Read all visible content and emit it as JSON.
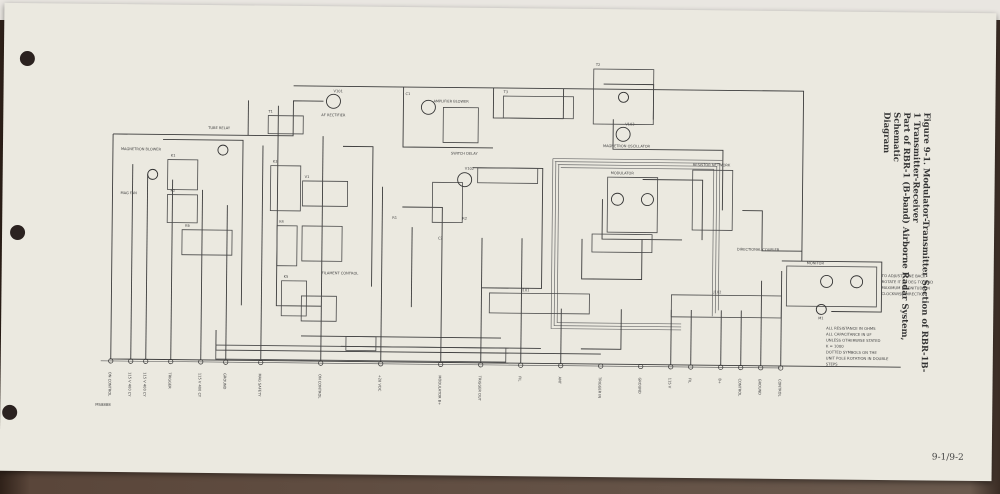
{
  "figure": {
    "caption_line1": "Figure 9-1. Modulator-Transmitter Section of RBR-1B-1 Transmitter-Receiver",
    "caption_line2": "Part of RBR-1 (B-band) Airborne Radar System, Schematic",
    "caption_line3": "Diagram",
    "page_number": "9-1/9-2",
    "drawing_number": "MS8888"
  },
  "components": {
    "tube_relay": "TUBE RELAY",
    "magnetron_blower": "MAGNETRON BLOWER",
    "mag_fan": "MAG FAN",
    "af_rectifier": "AF RECTIFIER",
    "ampl_blower": "AMPLIFIER BLOWER",
    "pulse_tube": "SWITCH DELAY",
    "magnetron_osc": "MAGNETRON OSCILLATOR",
    "resistor_net": "RESISTOR NETWORK",
    "filament_ctrl": "FILAMENT CONTROL",
    "monitor": "MONITOR",
    "directional_coupler": "DIRECTIONAL COUPLER",
    "mod_tube": "MODULATOR",
    "j101": "J101",
    "rectifier_v1": "V1",
    "relay_k1": "K1",
    "relay_k2": "K2",
    "relay_k3": "K3",
    "relay_k4": "K4",
    "relay_k5": "K5",
    "relay_k6": "K6",
    "t1": "T1",
    "t2": "T2",
    "t3": "T3",
    "c1": "C1",
    "c2": "C2",
    "r1": "R1",
    "r2": "R2",
    "meter": "M1",
    "v101": "V101",
    "v102": "V102",
    "v103": "V103",
    "j102": "J102"
  },
  "terminal_labels": [
    "ON CONTROL",
    "115 V 400 CY",
    "115 V 400 CY",
    "TRIGGER",
    "115 V 400 CY",
    "GROUND",
    "MAG SAFETY",
    "ON CONTROL",
    "+28 VDC",
    "MODULATOR B+",
    "TRIGGER OUT",
    "FIL",
    "ANT",
    "TRIGGER IN",
    "GROUND",
    "115 V",
    "FIL",
    "B+",
    "CONTROL",
    "GROUND",
    "CONTROL"
  ],
  "notes": [
    "ALL RESISTANCE IN OHMS",
    "ALL CAPACITANCE IN UF",
    "UNLESS OTHERWISE STATED",
    "K = 1000",
    "DOTTED SYMBOLS ON THE",
    "UNIT POLE ROTATION IN DOUBLE",
    "STEPS"
  ],
  "side_note": [
    "TO ADJUST TUNE BACK",
    "ROTATE IT 10 DEG TO FIND",
    "MAXIMUM MAGNITUDE IN",
    "CLOCKWISE DIRECTION"
  ]
}
